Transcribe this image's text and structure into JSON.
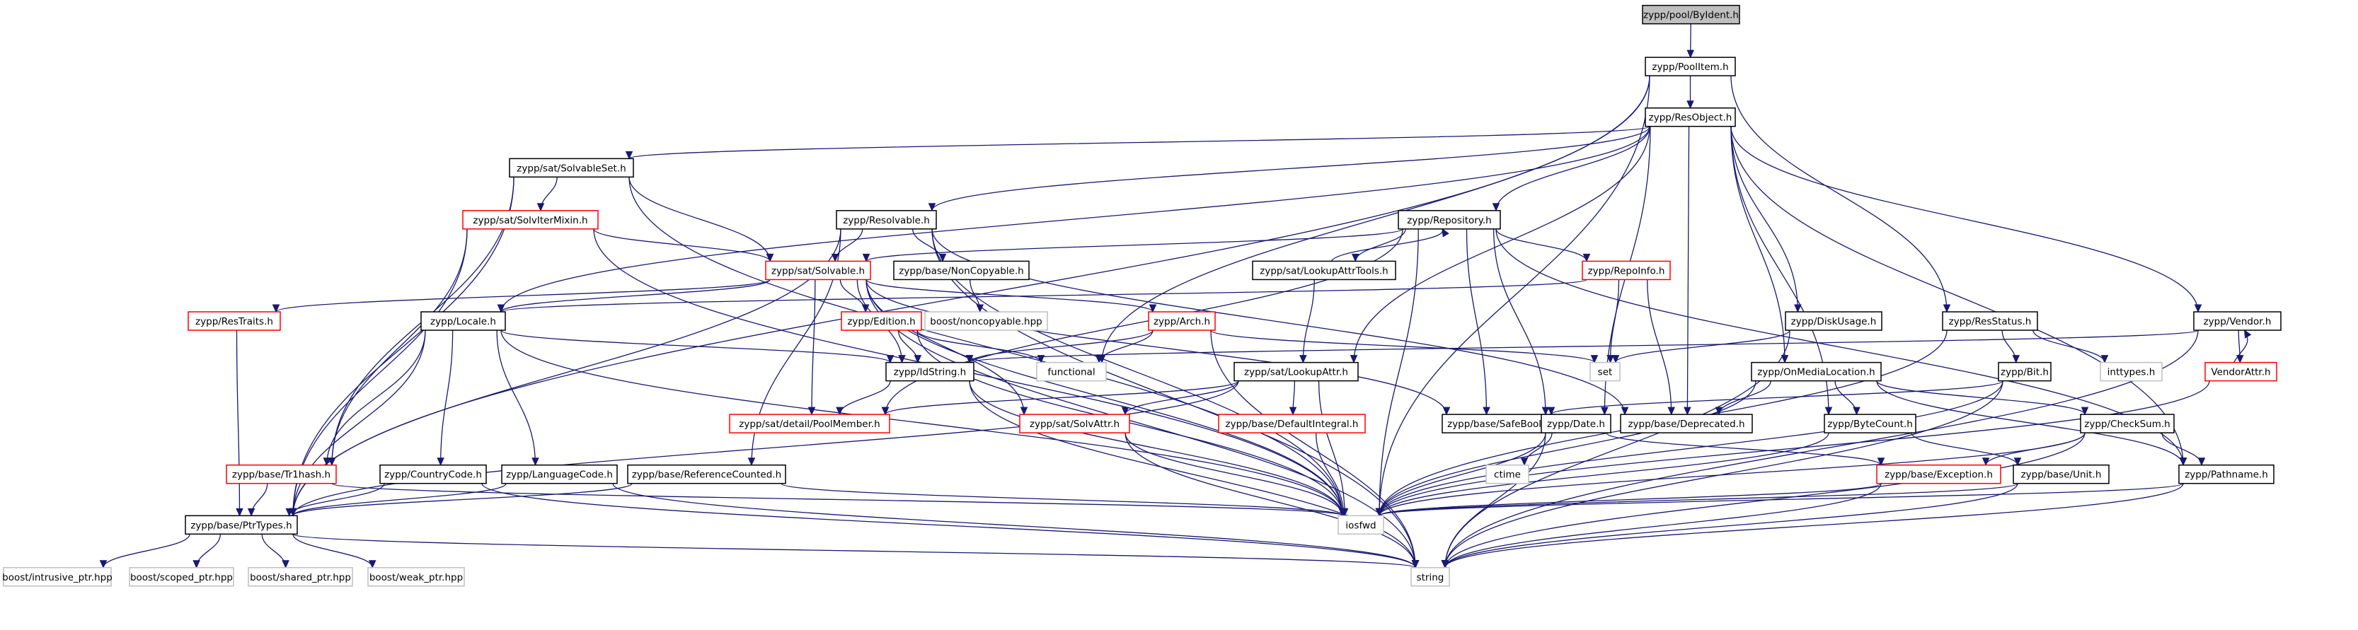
{
  "diagram": {
    "type": "include-dependency-graph",
    "colors": {
      "edge": "#191970",
      "root_fill": "#bfbfbf",
      "documented_border": "#000000",
      "undocumented_border": "#ff0000",
      "external_border": "#bfbfbf"
    },
    "nodes": [
      {
        "id": "byident",
        "label": "zypp/pool/ByIdent.h",
        "kind": "root"
      },
      {
        "id": "poolitem",
        "label": "zypp/PoolItem.h",
        "kind": "normal"
      },
      {
        "id": "resobject",
        "label": "zypp/ResObject.h",
        "kind": "normal"
      },
      {
        "id": "solvableset",
        "label": "zypp/sat/SolvableSet.h",
        "kind": "normal"
      },
      {
        "id": "resolvable",
        "label": "zypp/Resolvable.h",
        "kind": "normal"
      },
      {
        "id": "repository",
        "label": "zypp/Repository.h",
        "kind": "normal"
      },
      {
        "id": "solvitermixin",
        "label": "zypp/sat/SolvIterMixin.h",
        "kind": "red"
      },
      {
        "id": "solvable",
        "label": "zypp/sat/Solvable.h",
        "kind": "red"
      },
      {
        "id": "noncopyable",
        "label": "zypp/base/NonCopyable.h",
        "kind": "normal"
      },
      {
        "id": "lookupattrtools",
        "label": "zypp/sat/LookupAttrTools.h",
        "kind": "normal"
      },
      {
        "id": "repoinfo",
        "label": "zypp/RepoInfo.h",
        "kind": "red"
      },
      {
        "id": "boostnoncopyable",
        "label": "boost/noncopyable.hpp",
        "kind": "ext"
      },
      {
        "id": "restraits",
        "label": "zypp/ResTraits.h",
        "kind": "red"
      },
      {
        "id": "locale",
        "label": "zypp/Locale.h",
        "kind": "normal"
      },
      {
        "id": "edition",
        "label": "zypp/Edition.h",
        "kind": "red"
      },
      {
        "id": "arch",
        "label": "zypp/Arch.h",
        "kind": "red"
      },
      {
        "id": "diskusage",
        "label": "zypp/DiskUsage.h",
        "kind": "normal"
      },
      {
        "id": "resstatus",
        "label": "zypp/ResStatus.h",
        "kind": "normal"
      },
      {
        "id": "vendor",
        "label": "zypp/Vendor.h",
        "kind": "normal"
      },
      {
        "id": "inttypes",
        "label": "inttypes.h",
        "kind": "ext"
      },
      {
        "id": "functional",
        "label": "functional",
        "kind": "ext"
      },
      {
        "id": "idstring",
        "label": "zypp/IdString.h",
        "kind": "normal"
      },
      {
        "id": "lookupattr",
        "label": "zypp/sat/LookupAttr.h",
        "kind": "normal"
      },
      {
        "id": "set",
        "label": "set",
        "kind": "ext"
      },
      {
        "id": "onmedialocation",
        "label": "zypp/OnMediaLocation.h",
        "kind": "normal"
      },
      {
        "id": "bit",
        "label": "zypp/Bit.h",
        "kind": "normal"
      },
      {
        "id": "vendorattr",
        "label": "VendorAttr.h",
        "kind": "red"
      },
      {
        "id": "poolmember",
        "label": "zypp/sat/detail/PoolMember.h",
        "kind": "red"
      },
      {
        "id": "solvattr",
        "label": "zypp/sat/SolvAttr.h",
        "kind": "red"
      },
      {
        "id": "defaultintegral",
        "label": "zypp/base/DefaultIntegral.h",
        "kind": "red"
      },
      {
        "id": "safebool",
        "label": "zypp/base/SafeBool.h",
        "kind": "normal"
      },
      {
        "id": "deprecated",
        "label": "zypp/base/Deprecated.h",
        "kind": "normal"
      },
      {
        "id": "date",
        "label": "zypp/Date.h",
        "kind": "normal"
      },
      {
        "id": "bytecount",
        "label": "zypp/ByteCount.h",
        "kind": "normal"
      },
      {
        "id": "checksum",
        "label": "zypp/CheckSum.h",
        "kind": "normal"
      },
      {
        "id": "trhash",
        "label": "zypp/base/Tr1hash.h",
        "kind": "red"
      },
      {
        "id": "countrycode",
        "label": "zypp/CountryCode.h",
        "kind": "normal"
      },
      {
        "id": "languagecode",
        "label": "zypp/LanguageCode.h",
        "kind": "normal"
      },
      {
        "id": "refcounted",
        "label": "zypp/base/ReferenceCounted.h",
        "kind": "normal"
      },
      {
        "id": "ctime",
        "label": "ctime",
        "kind": "ext"
      },
      {
        "id": "exception",
        "label": "zypp/base/Exception.h",
        "kind": "red"
      },
      {
        "id": "unit",
        "label": "zypp/base/Unit.h",
        "kind": "normal"
      },
      {
        "id": "pathname",
        "label": "zypp/Pathname.h",
        "kind": "normal"
      },
      {
        "id": "ptrtypes",
        "label": "zypp/base/PtrTypes.h",
        "kind": "normal"
      },
      {
        "id": "iosfwd",
        "label": "iosfwd",
        "kind": "ext"
      },
      {
        "id": "intrusive",
        "label": "boost/intrusive_ptr.hpp",
        "kind": "ext"
      },
      {
        "id": "scoped",
        "label": "boost/scoped_ptr.hpp",
        "kind": "ext"
      },
      {
        "id": "shared",
        "label": "boost/shared_ptr.hpp",
        "kind": "ext"
      },
      {
        "id": "weak",
        "label": "boost/weak_ptr.hpp",
        "kind": "ext"
      },
      {
        "id": "string",
        "label": "string",
        "kind": "ext"
      }
    ],
    "edges": [
      [
        "byident",
        "poolitem"
      ],
      [
        "poolitem",
        "resobject"
      ],
      [
        "poolitem",
        "resstatus"
      ],
      [
        "poolitem",
        "ptrtypes"
      ],
      [
        "poolitem",
        "functional"
      ],
      [
        "poolitem",
        "iosfwd"
      ],
      [
        "resobject",
        "solvableset"
      ],
      [
        "resobject",
        "resolvable"
      ],
      [
        "resobject",
        "repository"
      ],
      [
        "resobject",
        "locale"
      ],
      [
        "resobject",
        "lookupattr"
      ],
      [
        "resobject",
        "diskusage"
      ],
      [
        "resobject",
        "onmedialocation"
      ],
      [
        "resobject",
        "vendor"
      ],
      [
        "resobject",
        "date"
      ],
      [
        "resobject",
        "bytecount"
      ],
      [
        "resobject",
        "deprecated"
      ],
      [
        "resobject",
        "pathname"
      ],
      [
        "solvableset",
        "solvitermixin"
      ],
      [
        "solvableset",
        "solvable"
      ],
      [
        "solvableset",
        "trhash"
      ],
      [
        "solvableset",
        "ptrtypes"
      ],
      [
        "solvableset",
        "iosfwd"
      ],
      [
        "solvitermixin",
        "solvable"
      ],
      [
        "solvitermixin",
        "trhash"
      ],
      [
        "solvitermixin",
        "ptrtypes"
      ],
      [
        "solvitermixin",
        "iosfwd"
      ],
      [
        "resolvable",
        "solvable"
      ],
      [
        "resolvable",
        "noncopyable"
      ],
      [
        "resolvable",
        "refcounted"
      ],
      [
        "resolvable",
        "ptrtypes"
      ],
      [
        "resolvable",
        "deprecated"
      ],
      [
        "resolvable",
        "string"
      ],
      [
        "resolvable",
        "iosfwd"
      ],
      [
        "repository",
        "solvable"
      ],
      [
        "repository",
        "lookupattrtools"
      ],
      [
        "repository",
        "repoinfo"
      ],
      [
        "repository",
        "poolmember"
      ],
      [
        "repository",
        "safebool"
      ],
      [
        "repository",
        "date"
      ],
      [
        "repository",
        "pathname"
      ],
      [
        "repository",
        "iosfwd"
      ],
      [
        "lookupattrtools",
        "repository"
      ],
      [
        "lookupattrtools",
        "lookupattr"
      ],
      [
        "repoinfo",
        "locale"
      ],
      [
        "repoinfo",
        "set"
      ],
      [
        "repoinfo",
        "deprecated"
      ],
      [
        "noncopyable",
        "boostnoncopyable"
      ],
      [
        "solvable",
        "restraits"
      ],
      [
        "solvable",
        "locale"
      ],
      [
        "solvable",
        "edition"
      ],
      [
        "solvable",
        "arch"
      ],
      [
        "solvable",
        "idstring"
      ],
      [
        "solvable",
        "poolmember"
      ],
      [
        "solvable",
        "solvattr"
      ],
      [
        "solvable",
        "safebool"
      ],
      [
        "solvable",
        "string"
      ],
      [
        "solvable",
        "iosfwd"
      ],
      [
        "restraits",
        "ptrtypes"
      ],
      [
        "locale",
        "idstring"
      ],
      [
        "locale",
        "countrycode"
      ],
      [
        "locale",
        "languagecode"
      ],
      [
        "locale",
        "trhash"
      ],
      [
        "locale",
        "ptrtypes"
      ],
      [
        "locale",
        "iosfwd"
      ],
      [
        "edition",
        "idstring"
      ],
      [
        "edition",
        "functional"
      ],
      [
        "edition",
        "iosfwd"
      ],
      [
        "arch",
        "idstring"
      ],
      [
        "arch",
        "functional"
      ],
      [
        "arch",
        "set"
      ],
      [
        "arch",
        "string"
      ],
      [
        "idstring",
        "poolmember"
      ],
      [
        "idstring",
        "string"
      ],
      [
        "idstring",
        "iosfwd"
      ],
      [
        "lookupattr",
        "poolmember"
      ],
      [
        "lookupattr",
        "solvattr"
      ],
      [
        "lookupattr",
        "defaultintegral"
      ],
      [
        "lookupattr",
        "ptrtypes"
      ],
      [
        "lookupattr",
        "iosfwd"
      ],
      [
        "solvattr",
        "string"
      ],
      [
        "solvattr",
        "iosfwd"
      ],
      [
        "defaultintegral",
        "iosfwd"
      ],
      [
        "diskusage",
        "set"
      ],
      [
        "diskusage",
        "string"
      ],
      [
        "resstatus",
        "inttypes"
      ],
      [
        "resstatus",
        "bit"
      ],
      [
        "resstatus",
        "iosfwd"
      ],
      [
        "vendor",
        "vendorattr"
      ],
      [
        "vendor",
        "idstring"
      ],
      [
        "vendor",
        "string"
      ],
      [
        "vendorattr",
        "vendor"
      ],
      [
        "vendorattr",
        "iosfwd"
      ],
      [
        "bit",
        "safebool"
      ],
      [
        "bit",
        "iosfwd"
      ],
      [
        "bit",
        "string"
      ],
      [
        "onmedialocation",
        "bytecount"
      ],
      [
        "onmedialocation",
        "checksum"
      ],
      [
        "onmedialocation",
        "deprecated"
      ],
      [
        "onmedialocation",
        "pathname"
      ],
      [
        "onmedialocation",
        "iosfwd"
      ],
      [
        "bytecount",
        "unit"
      ],
      [
        "bytecount",
        "iosfwd"
      ],
      [
        "checksum",
        "exception"
      ],
      [
        "checksum",
        "pathname"
      ],
      [
        "checksum",
        "string"
      ],
      [
        "checksum",
        "iosfwd"
      ],
      [
        "date",
        "ctime"
      ],
      [
        "date",
        "exception"
      ],
      [
        "date",
        "string"
      ],
      [
        "date",
        "iosfwd"
      ],
      [
        "exception",
        "string"
      ],
      [
        "exception",
        "iosfwd"
      ],
      [
        "unit",
        "string"
      ],
      [
        "unit",
        "iosfwd"
      ],
      [
        "pathname",
        "string"
      ],
      [
        "pathname",
        "iosfwd"
      ],
      [
        "trhash",
        "ptrtypes"
      ],
      [
        "trhash",
        "iosfwd"
      ],
      [
        "countrycode",
        "ptrtypes"
      ],
      [
        "countrycode",
        "string"
      ],
      [
        "languagecode",
        "ptrtypes"
      ],
      [
        "languagecode",
        "string"
      ],
      [
        "refcounted",
        "ptrtypes"
      ],
      [
        "refcounted",
        "iosfwd"
      ],
      [
        "ptrtypes",
        "intrusive"
      ],
      [
        "ptrtypes",
        "scoped"
      ],
      [
        "ptrtypes",
        "shared"
      ],
      [
        "ptrtypes",
        "weak"
      ],
      [
        "ptrtypes",
        "string"
      ]
    ]
  }
}
